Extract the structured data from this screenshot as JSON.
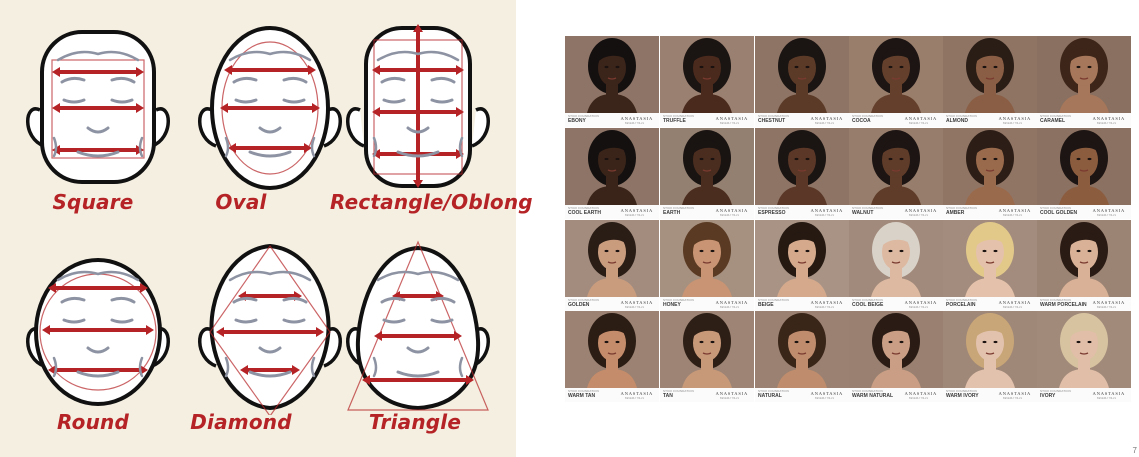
{
  "face_shapes": {
    "labels": [
      "Square",
      "Oval",
      "Rectangle/Oblong",
      "Round",
      "Diamond",
      "Triangle"
    ],
    "accent_color": "#b52326",
    "background_color": "#f4efe1",
    "icons": [
      "square-face-icon",
      "oval-face-icon",
      "rectangle-face-icon",
      "round-face-icon",
      "diamond-face-icon",
      "triangle-face-icon"
    ]
  },
  "foundation_chart": {
    "caption_prefix": "STICK FOUNDATION",
    "brand": "ANASTASIA",
    "brand_sub": "BEVERLY HILLS",
    "shades": [
      "EBONY",
      "TRUFFLE",
      "CHESTNUT",
      "COCOA",
      "ALMOND",
      "CARAMEL",
      "COOL EARTH",
      "EARTH",
      "ESPRESSO",
      "WALNUT",
      "AMBER",
      "COOL GOLDEN",
      "GOLDEN",
      "HONEY",
      "BEIGE",
      "COOL BEIGE",
      "PORCELAIN",
      "WARM PORCELAIN",
      "WARM TAN",
      "TAN",
      "NATURAL",
      "WARM NATURAL",
      "WARM IVORY",
      "IVORY"
    ],
    "skin_tones": [
      "#3b2419",
      "#4a2a1c",
      "#5b3a27",
      "#64402c",
      "#8a5e44",
      "#a6775a",
      "#3a2419",
      "#4b2d1f",
      "#5a3727",
      "#5f3b29",
      "#9a6a4c",
      "#8c5c3f",
      "#c99c7e",
      "#c89473",
      "#d4a98c",
      "#ddb9a2",
      "#e4c1aa",
      "#d9b196",
      "#c48c6a",
      "#c79979",
      "#bf8d6d",
      "#c99e84",
      "#e2c2ad",
      "#e0bea8"
    ],
    "hair_colors": [
      "#151010",
      "#1a1412",
      "#1a1412",
      "#1c1513",
      "#2a1d16",
      "#3d2519",
      "#141010",
      "#191312",
      "#1a1412",
      "#1c1513",
      "#2c1e16",
      "#1d1513",
      "#2a1d16",
      "#5a3a22",
      "#251912",
      "#d9d2c8",
      "#e2c98a",
      "#2a1b14",
      "#2b1c14",
      "#2e1f16",
      "#3a2519",
      "#2a1c15",
      "#c9a677",
      "#d8c3a0"
    ],
    "backdrop_colors": [
      "#8d7466",
      "#9a8070",
      "#8e7465",
      "#997e6c",
      "#8f7464",
      "#8a7060",
      "#8d7466",
      "#948070",
      "#8e7465",
      "#977d6b",
      "#907565",
      "#8b7161",
      "#a38c7e",
      "#a69080",
      "#a89385",
      "#a18a7b",
      "#a38c7d",
      "#9c8474",
      "#9b8272",
      "#9d8474",
      "#9a8171",
      "#998070",
      "#a08878",
      "#a28a7a"
    ]
  },
  "page_number": "7"
}
